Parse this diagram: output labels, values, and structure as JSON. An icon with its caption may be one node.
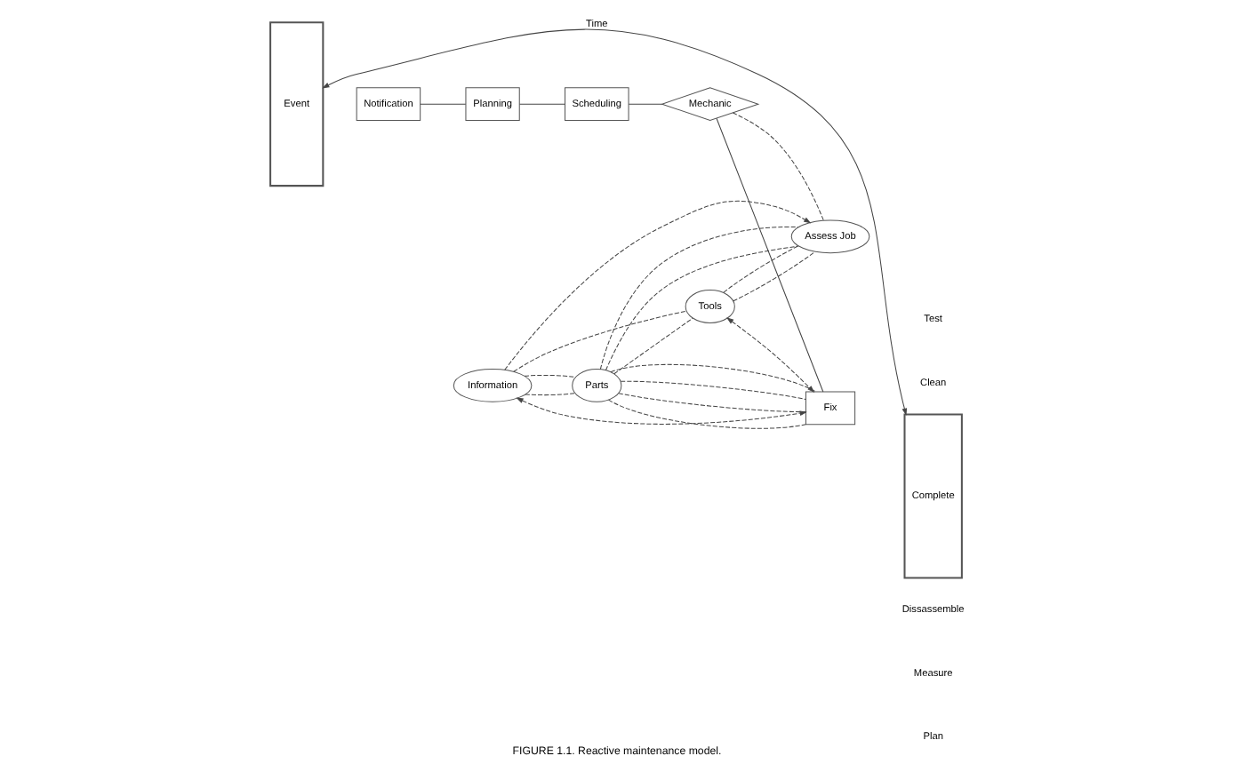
{
  "diagram": {
    "caption": "FIGURE 1.1. Reactive maintenance model.",
    "nodes": [
      {
        "text": [
          "Event"
        ]
      },
      {
        "text": [
          "Complete"
        ]
      },
      {
        "text": [
          "Information"
        ]
      },
      {
        "text": [
          "Parts"
        ]
      },
      {
        "text": [
          "Notification"
        ]
      },
      {
        "text": [
          "Planning"
        ]
      },
      {
        "text": [
          "Scheduling"
        ]
      },
      {
        "text": [
          "Mechanic"
        ]
      },
      {
        "text": [
          "Fix"
        ]
      },
      {
        "text": [
          "Tools"
        ]
      },
      {
        "text": [
          "Assess Job"
        ]
      }
    ],
    "edges": [
      {
        "from": 0,
        "to": 1,
        "arrow": "both",
        "label": "Time"
      },
      {
        "from": 4,
        "to": 5,
        "arrow": "none"
      },
      {
        "from": 5,
        "to": 6,
        "arrow": "none"
      },
      {
        "from": 6,
        "to": 7,
        "arrow": "none"
      },
      {
        "from": 7,
        "to": 8,
        "arrow": "none"
      },
      {
        "from": 2,
        "to": 9,
        "arrow": "none",
        "style": "dashed"
      },
      {
        "from": 2,
        "to": 3,
        "arrow": "none",
        "style": "dashed"
      },
      {
        "from": 2,
        "to": 3,
        "arrow": "none",
        "style": "dashed"
      },
      {
        "from": 2,
        "to": 8,
        "arrow": "both",
        "style": "dashed"
      },
      {
        "from": 2,
        "to": 10,
        "arrow": "to",
        "style": "dashed"
      },
      {
        "from": 3,
        "to": 9,
        "arrow": "none",
        "style": "dashed"
      },
      {
        "from": 3,
        "to": 8,
        "arrow": "none",
        "style": "dashed"
      },
      {
        "from": 3,
        "to": 8,
        "arrow": "none",
        "style": "dashed"
      },
      {
        "from": 3,
        "to": 8,
        "arrow": "none",
        "style": "dashed"
      },
      {
        "from": 3,
        "to": 8,
        "arrow": "none",
        "style": "dashed"
      },
      {
        "from": 3,
        "to": 10,
        "arrow": "none",
        "style": "dashed"
      },
      {
        "from": 3,
        "to": 10,
        "arrow": "none",
        "style": "dashed"
      },
      {
        "from": 7,
        "to": 10,
        "arrow": "none",
        "style": "dashed"
      },
      {
        "from": 9,
        "to": 8,
        "arrow": "both",
        "style": "dashed"
      },
      {
        "from": 9,
        "to": 10,
        "arrow": "none",
        "style": "dashed"
      },
      {
        "from": 9,
        "to": 10,
        "arrow": "none",
        "style": "dashed"
      }
    ],
    "labels": [
      "Test",
      "Clean",
      "Dissassemble",
      "Measure",
      "Plan"
    ]
  }
}
